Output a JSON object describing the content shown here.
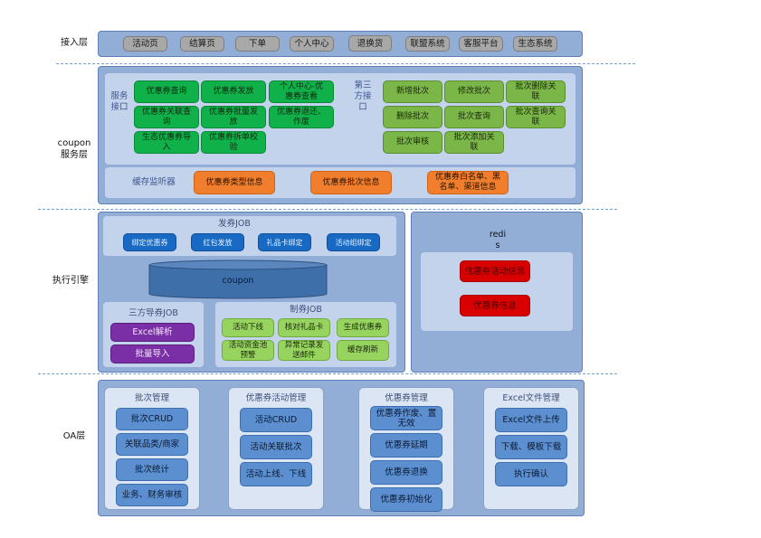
{
  "layers": {
    "access": "接入层",
    "coupon_service": "coupon\n服务层",
    "engine": "执行引擎",
    "oa": "OA层"
  },
  "access_items": [
    "活动页",
    "结算页",
    "下单",
    "个人中心",
    "退换货",
    "联盟系统",
    "客服平台",
    "生态系统"
  ],
  "service": {
    "label": "服务\n接口",
    "items": [
      "优惠券查询",
      "优惠券发放",
      "个人中心-优\n惠券查看",
      "优惠券关联查\n询",
      "优惠券批量发\n放",
      "优惠券退还、\n作废",
      "生态优惠券导\n入",
      "优惠券拆单校\n验"
    ],
    "third_label": "第三\n方接\n口",
    "third_items": [
      "新增批次",
      "修改批次",
      "批次删除关\n联",
      "删除批次",
      "批次查询",
      "批次查询关\n联",
      "批次审核",
      "批次添加关\n联"
    ]
  },
  "cache": {
    "label": "缓存监听器",
    "items": [
      "优惠券类型信息",
      "优惠券批次信息",
      "优惠券白名单、黑\n名单、渠道信息"
    ]
  },
  "engine": {
    "issue_job": {
      "title": "发券JOB",
      "items": [
        "绑定优惠券",
        "红包发放",
        "礼品卡绑定",
        "活动组绑定"
      ]
    },
    "db": "coupon",
    "third_import_job": {
      "title": "三方导券JOB",
      "items": [
        "Excel解析",
        "批量导入"
      ]
    },
    "make_job": {
      "title": "制券JOB",
      "items": [
        "活动下线",
        "核对礼品卡",
        "生成优惠券",
        "活动资金池\n预警",
        "异常记录发\n送邮件",
        "缓存刷新"
      ]
    },
    "redis": {
      "title": "redi\ns",
      "items": [
        "优惠券活动信息",
        "优惠券信息"
      ]
    }
  },
  "oa": {
    "batch": {
      "title": "批次管理",
      "items": [
        "批次CRUD",
        "关联品类/商家",
        "批次统计",
        "业务、财务审核"
      ]
    },
    "activity": {
      "title": "优惠券活动管理",
      "items": [
        "活动CRUD",
        "活动关联批次",
        "活动上线、下线"
      ]
    },
    "coupon": {
      "title": "优惠券管理",
      "items": [
        "优惠券作废、置\n无效",
        "优惠券延期",
        "优惠券退换",
        "优惠券初始化"
      ]
    },
    "excel": {
      "title": "Excel文件管理",
      "items": [
        "Excel文件上传",
        "下载、模板下载",
        "执行确认"
      ]
    }
  },
  "colors": {
    "panel": "#93aed6",
    "inner": "#c4d3ec",
    "green": "#10b04a",
    "olive": "#7ab648",
    "light_green": "#96d35f",
    "orange": "#f07e2c",
    "blue": "#1769c4",
    "medium_blue": "#5b8fd0",
    "purple": "#7b2fa6",
    "red": "#d80000",
    "gray": "#a8a8a8"
  }
}
